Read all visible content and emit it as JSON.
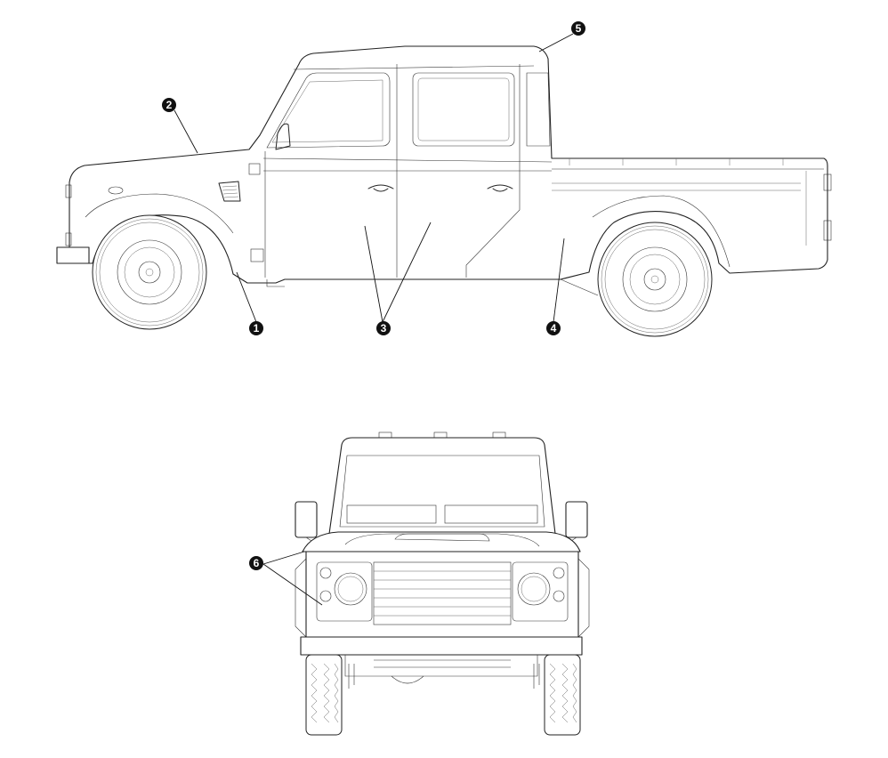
{
  "callouts": [
    {
      "id": "callout-1",
      "label": "1"
    },
    {
      "id": "callout-2",
      "label": "2"
    },
    {
      "id": "callout-3",
      "label": "3"
    },
    {
      "id": "callout-4",
      "label": "4"
    },
    {
      "id": "callout-5",
      "label": "5"
    },
    {
      "id": "callout-6",
      "label": "6"
    }
  ],
  "colors": {
    "line": "#222222",
    "callout_fill": "#111111",
    "callout_text": "#ffffff",
    "background": "#ffffff"
  }
}
